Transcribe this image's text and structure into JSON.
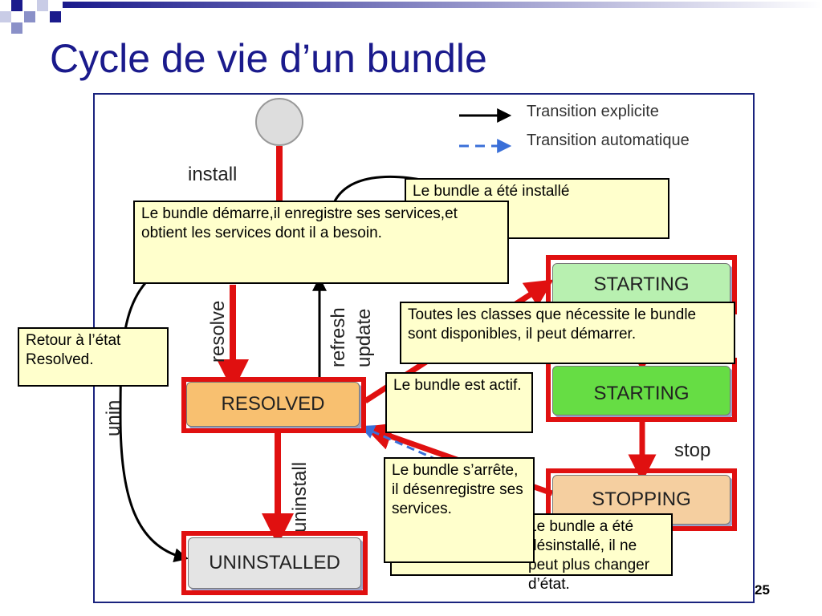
{
  "title": "Cycle de vie d’un bundle",
  "page_number": "25",
  "legend": {
    "explicit": "Transition explicite",
    "automatic": "Transition automatique"
  },
  "states": {
    "starting": "STARTING",
    "active": "STARTING",
    "resolved": "RESOLVED",
    "stopping": "STOPPING",
    "uninstalled": "UNINSTALLED"
  },
  "transitions": {
    "install": "install",
    "resolve": "resolve",
    "refresh": "refresh",
    "update": "update",
    "uninstall_left": "unin",
    "uninstall": "uninstall",
    "stop": "stop"
  },
  "callouts": {
    "installed": "Le bundle a été installé correctement.",
    "starts": "Le bundle démarre,il enregistre ses services,et obtient les services dont il a besoin.",
    "resolved_classes": "Toutes les classes que nécessite le bundle sont disponibles, il peut démarrer.",
    "back_resolved": "Retour à l’état Resolved.",
    "active": "Le bundle est actif.",
    "uninstalled": "Le bundle a été désinstallé, il ne peut plus changer d’état.",
    "stops": "Le bundle s’arrête, il désenregistre ses services."
  },
  "colors": {
    "title": "#1a1a8c",
    "red": "#e01010",
    "starting_fill": "#b8f0b0",
    "active_fill": "#66dd44",
    "resolved_fill": "#f8c070",
    "stopping_fill": "#f5cfa0",
    "uninstalled_fill": "#e4e4e4",
    "callout_fill": "#ffffcc",
    "blue_dash": "#3a6fd8"
  }
}
